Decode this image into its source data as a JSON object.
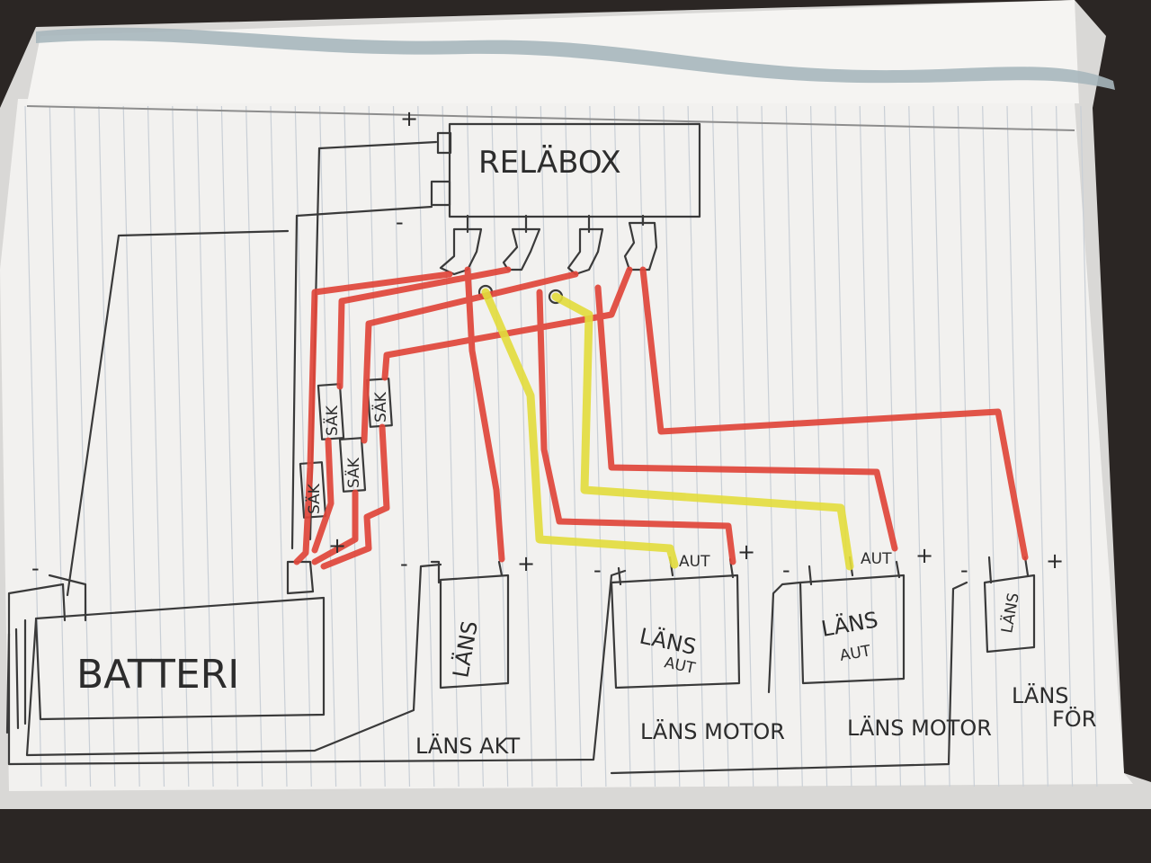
{
  "colors": {
    "paper": "#f2f1ef",
    "ruling": "#c9cfd6",
    "pencil": "#3a3a3a",
    "wire_red": "#e0463a",
    "wire_yellow": "#e3dd3c",
    "ribbon": "#a7b7bd"
  },
  "relay_box": {
    "label": "RELÄBOX",
    "plus": "+",
    "minus": "-"
  },
  "battery": {
    "label": "BATTERI",
    "minus": "-",
    "plus": "+"
  },
  "fuses": [
    {
      "label": "SÄK"
    },
    {
      "label": "SÄK"
    },
    {
      "label": "SÄK"
    },
    {
      "label": "SÄK"
    }
  ],
  "components": [
    {
      "label": "LÄNS",
      "minus": "-",
      "plus": "+"
    },
    {
      "label_line1": "LÄNS",
      "label_line2": "AUT",
      "minus": "-",
      "aut": "AUT",
      "plus": "+"
    },
    {
      "label_line1": "LÄNS",
      "label_line2": "AUT",
      "minus": "-",
      "aut": "AUT",
      "plus": "+"
    },
    {
      "label": "LÄNS",
      "minus": "-",
      "plus": "+"
    }
  ],
  "group_labels": {
    "lans_akt": "LÄNS AKT",
    "lans_motor_1": "LÄNS MOTOR",
    "lans_motor_2": "LÄNS MOTOR",
    "lans_for_1": "LÄNS",
    "lans_for_2": "FÖR"
  }
}
